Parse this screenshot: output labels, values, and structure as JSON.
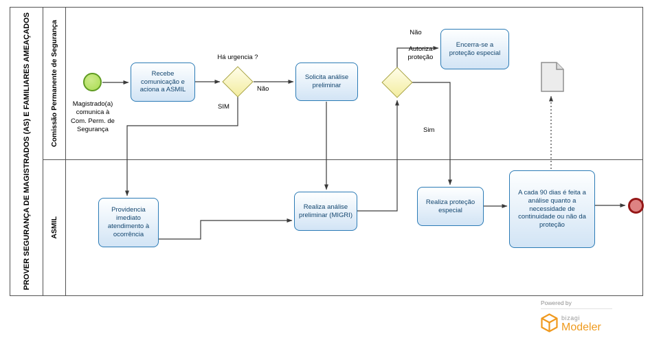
{
  "colors": {
    "task_border": "#2a7ab5",
    "task_fill": "#d2e4f5",
    "task_text": "#12456e",
    "gateway_fill": "#f3eda0",
    "gateway_border": "#a8a33f",
    "start_fill": "#a9dc51",
    "start_border": "#5f9b22",
    "end_fill": "#de8383",
    "end_border": "#951717",
    "flow_line": "#3a3a3a",
    "brand_orange": "#ef9a1d"
  },
  "pool": {
    "title": "PROVER SEGURANÇA DE MAGISTRADOS (AS) E FAMILIARES AMEAÇADOS",
    "lanes": [
      {
        "label": "Comissão Permanente de Segurança"
      },
      {
        "label": "ASMIL"
      }
    ]
  },
  "nodes": {
    "start_label": "Magistrado(a)\ncomunica à\nCom. Perm. de\nSegurança",
    "task_recebe": "Recebe comunicação e aciona a ASMIL",
    "gateway_urgencia": "Há urgencia ?",
    "task_solicita": "Solicita análise preliminar",
    "gateway_autoriza": "Autoriza proteção",
    "task_encerra": "Encerra-se a proteção especial",
    "task_providencia": "Providencia imediato atendimento à ocorrência",
    "task_analise": "Realiza análise preliminar (MIGRI)",
    "task_protecao": "Realiza proteção especial",
    "task_revisao": "A cada 90 dias é feita a análise quanto a necessidade de continuidade ou não da proteção"
  },
  "edge_labels": {
    "urgencia_no": "Não",
    "urgencia_yes": "SIM",
    "autoriza_no": "Não",
    "autoriza_yes": "Sim"
  },
  "branding": {
    "powered_by": "Powered by",
    "brand": "bizagi",
    "product": "Modeler"
  }
}
